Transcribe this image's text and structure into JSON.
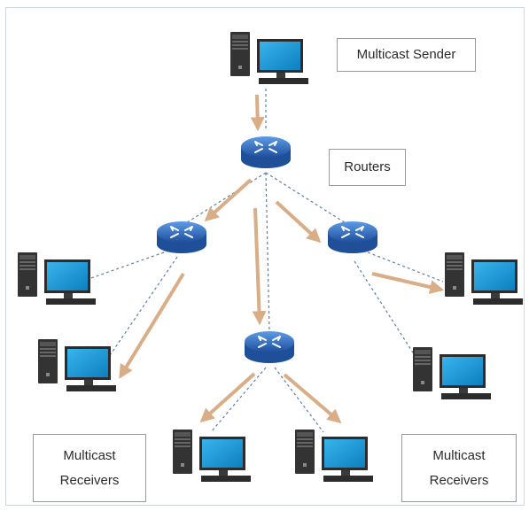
{
  "labels": {
    "sender": "Multicast Sender",
    "routers": "Routers",
    "receivers_left": {
      "line1": "Multicast",
      "line2": "Receivers"
    },
    "receivers_right": {
      "line1": "Multicast",
      "line2": "Receivers"
    }
  },
  "colors": {
    "arrow": "#d9ad86",
    "link": "#5b7fa6",
    "router": "#2f6ab5",
    "monitor_screen": "#1a9ad6",
    "tower": "#2e2e2e"
  },
  "icons": {
    "computer": "computer-icon",
    "router": "router-icon"
  }
}
